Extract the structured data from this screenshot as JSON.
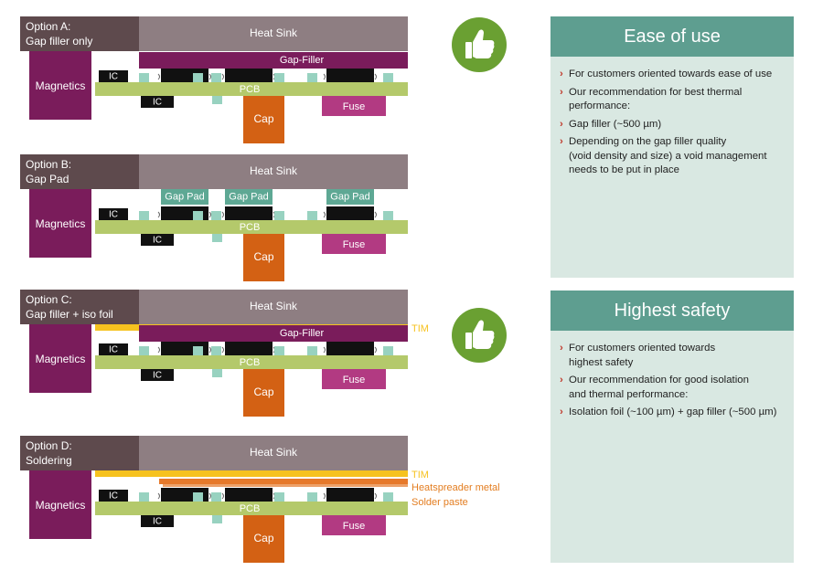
{
  "colors": {
    "heat_sink": "#8e7e82",
    "option_label_bg": "#5e4a4d",
    "magnetics": "#7a1c5b",
    "gap_filler": "#7a1c5b",
    "pcb": "#b4c96b",
    "cap": "#d36114",
    "fuse": "#b23a82",
    "ic": "#111111",
    "gap_pad": "#5ea894",
    "small_comp": "#98d2c0",
    "tim": "#f6c21f",
    "heatspreader": "#e6792b",
    "panel_bg": "#d9e8e2",
    "panel_header": "#5e9e90",
    "thumb_circle": "#6aa032",
    "bullet": "#c0392b",
    "orange_text": "#e37d20"
  },
  "icons": [
    "thumbs-up-icon",
    "thumbs-up-icon"
  ],
  "options": [
    {
      "id": "a",
      "label_lines": [
        "Option A:",
        "Gap filler only"
      ],
      "heat_sink": "Heat Sink",
      "layer_label": "Gap-Filler",
      "magnetics": "Magnetics",
      "pcb": "PCB",
      "cap": "Cap",
      "fuse": "Fuse",
      "ic_top": "IC",
      "ic_bottom": "IC",
      "gap_pads": [],
      "tim": "",
      "heatspreader": "",
      "solder": ""
    },
    {
      "id": "b",
      "label_lines": [
        "Option B:",
        "Gap Pad"
      ],
      "heat_sink": "Heat Sink",
      "layer_label": "",
      "magnetics": "Magnetics",
      "pcb": "PCB",
      "cap": "Cap",
      "fuse": "Fuse",
      "ic_top": "IC",
      "ic_bottom": "IC",
      "gap_pads": [
        "Gap Pad",
        "Gap Pad",
        "Gap Pad"
      ],
      "tim": "",
      "heatspreader": "",
      "solder": ""
    },
    {
      "id": "c",
      "label_lines": [
        "Option C:",
        "Gap filler + iso foil"
      ],
      "heat_sink": "Heat Sink",
      "layer_label": "Gap-Filler",
      "magnetics": "Magnetics",
      "pcb": "PCB",
      "cap": "Cap",
      "fuse": "Fuse",
      "ic_top": "IC",
      "ic_bottom": "IC",
      "gap_pads": [],
      "tim": "TIM",
      "heatspreader": "",
      "solder": ""
    },
    {
      "id": "d",
      "label_lines": [
        "Option D:",
        "Soldering"
      ],
      "heat_sink": "Heat Sink",
      "layer_label": "",
      "magnetics": "Magnetics",
      "pcb": "PCB",
      "cap": "Cap",
      "fuse": "Fuse",
      "ic_top": "IC",
      "ic_bottom": "IC",
      "gap_pads": [],
      "tim": "TIM",
      "heatspreader": "Heatspreader metal",
      "solder": "Solder paste"
    }
  ],
  "panels": [
    {
      "title": "Ease of use",
      "bullets": [
        "For customers oriented towards ease of use",
        "Our recommendation for best thermal\nperformance:",
        "Gap filler (~500 µm)",
        "Depending on the gap filler quality\n(void density and size) a void management\nneeds to be put in place"
      ]
    },
    {
      "title": "Highest safety",
      "bullets": [
        "For customers oriented towards\nhighest safety",
        "Our recommendation for good isolation\nand thermal performance:",
        "Isolation foil (~100 µm) + gap filler (~500 µm)"
      ]
    }
  ]
}
